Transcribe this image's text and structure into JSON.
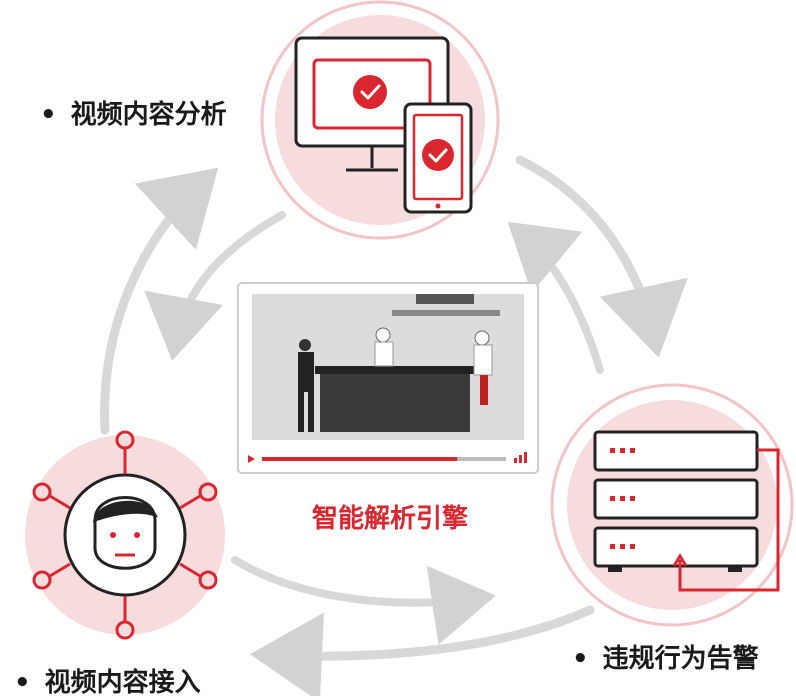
{
  "nodes": {
    "top": {
      "label": "视频内容分析",
      "icon": "monitor-tablet-check-icon"
    },
    "right": {
      "label": "违规行为告警",
      "icon": "server-rack-icon"
    },
    "left": {
      "label": "视频内容接入",
      "icon": "face-network-icon"
    }
  },
  "center": {
    "caption": "智能解析引擎",
    "image": "kitchen-chefs-video-frame",
    "video_progress": 0.8
  },
  "bullet": "•",
  "colors": {
    "accent": "#d9262f",
    "accent_light": "#f6d4d6",
    "arrow_gray": "#d5d5d5",
    "text": "#1a1a1a"
  }
}
